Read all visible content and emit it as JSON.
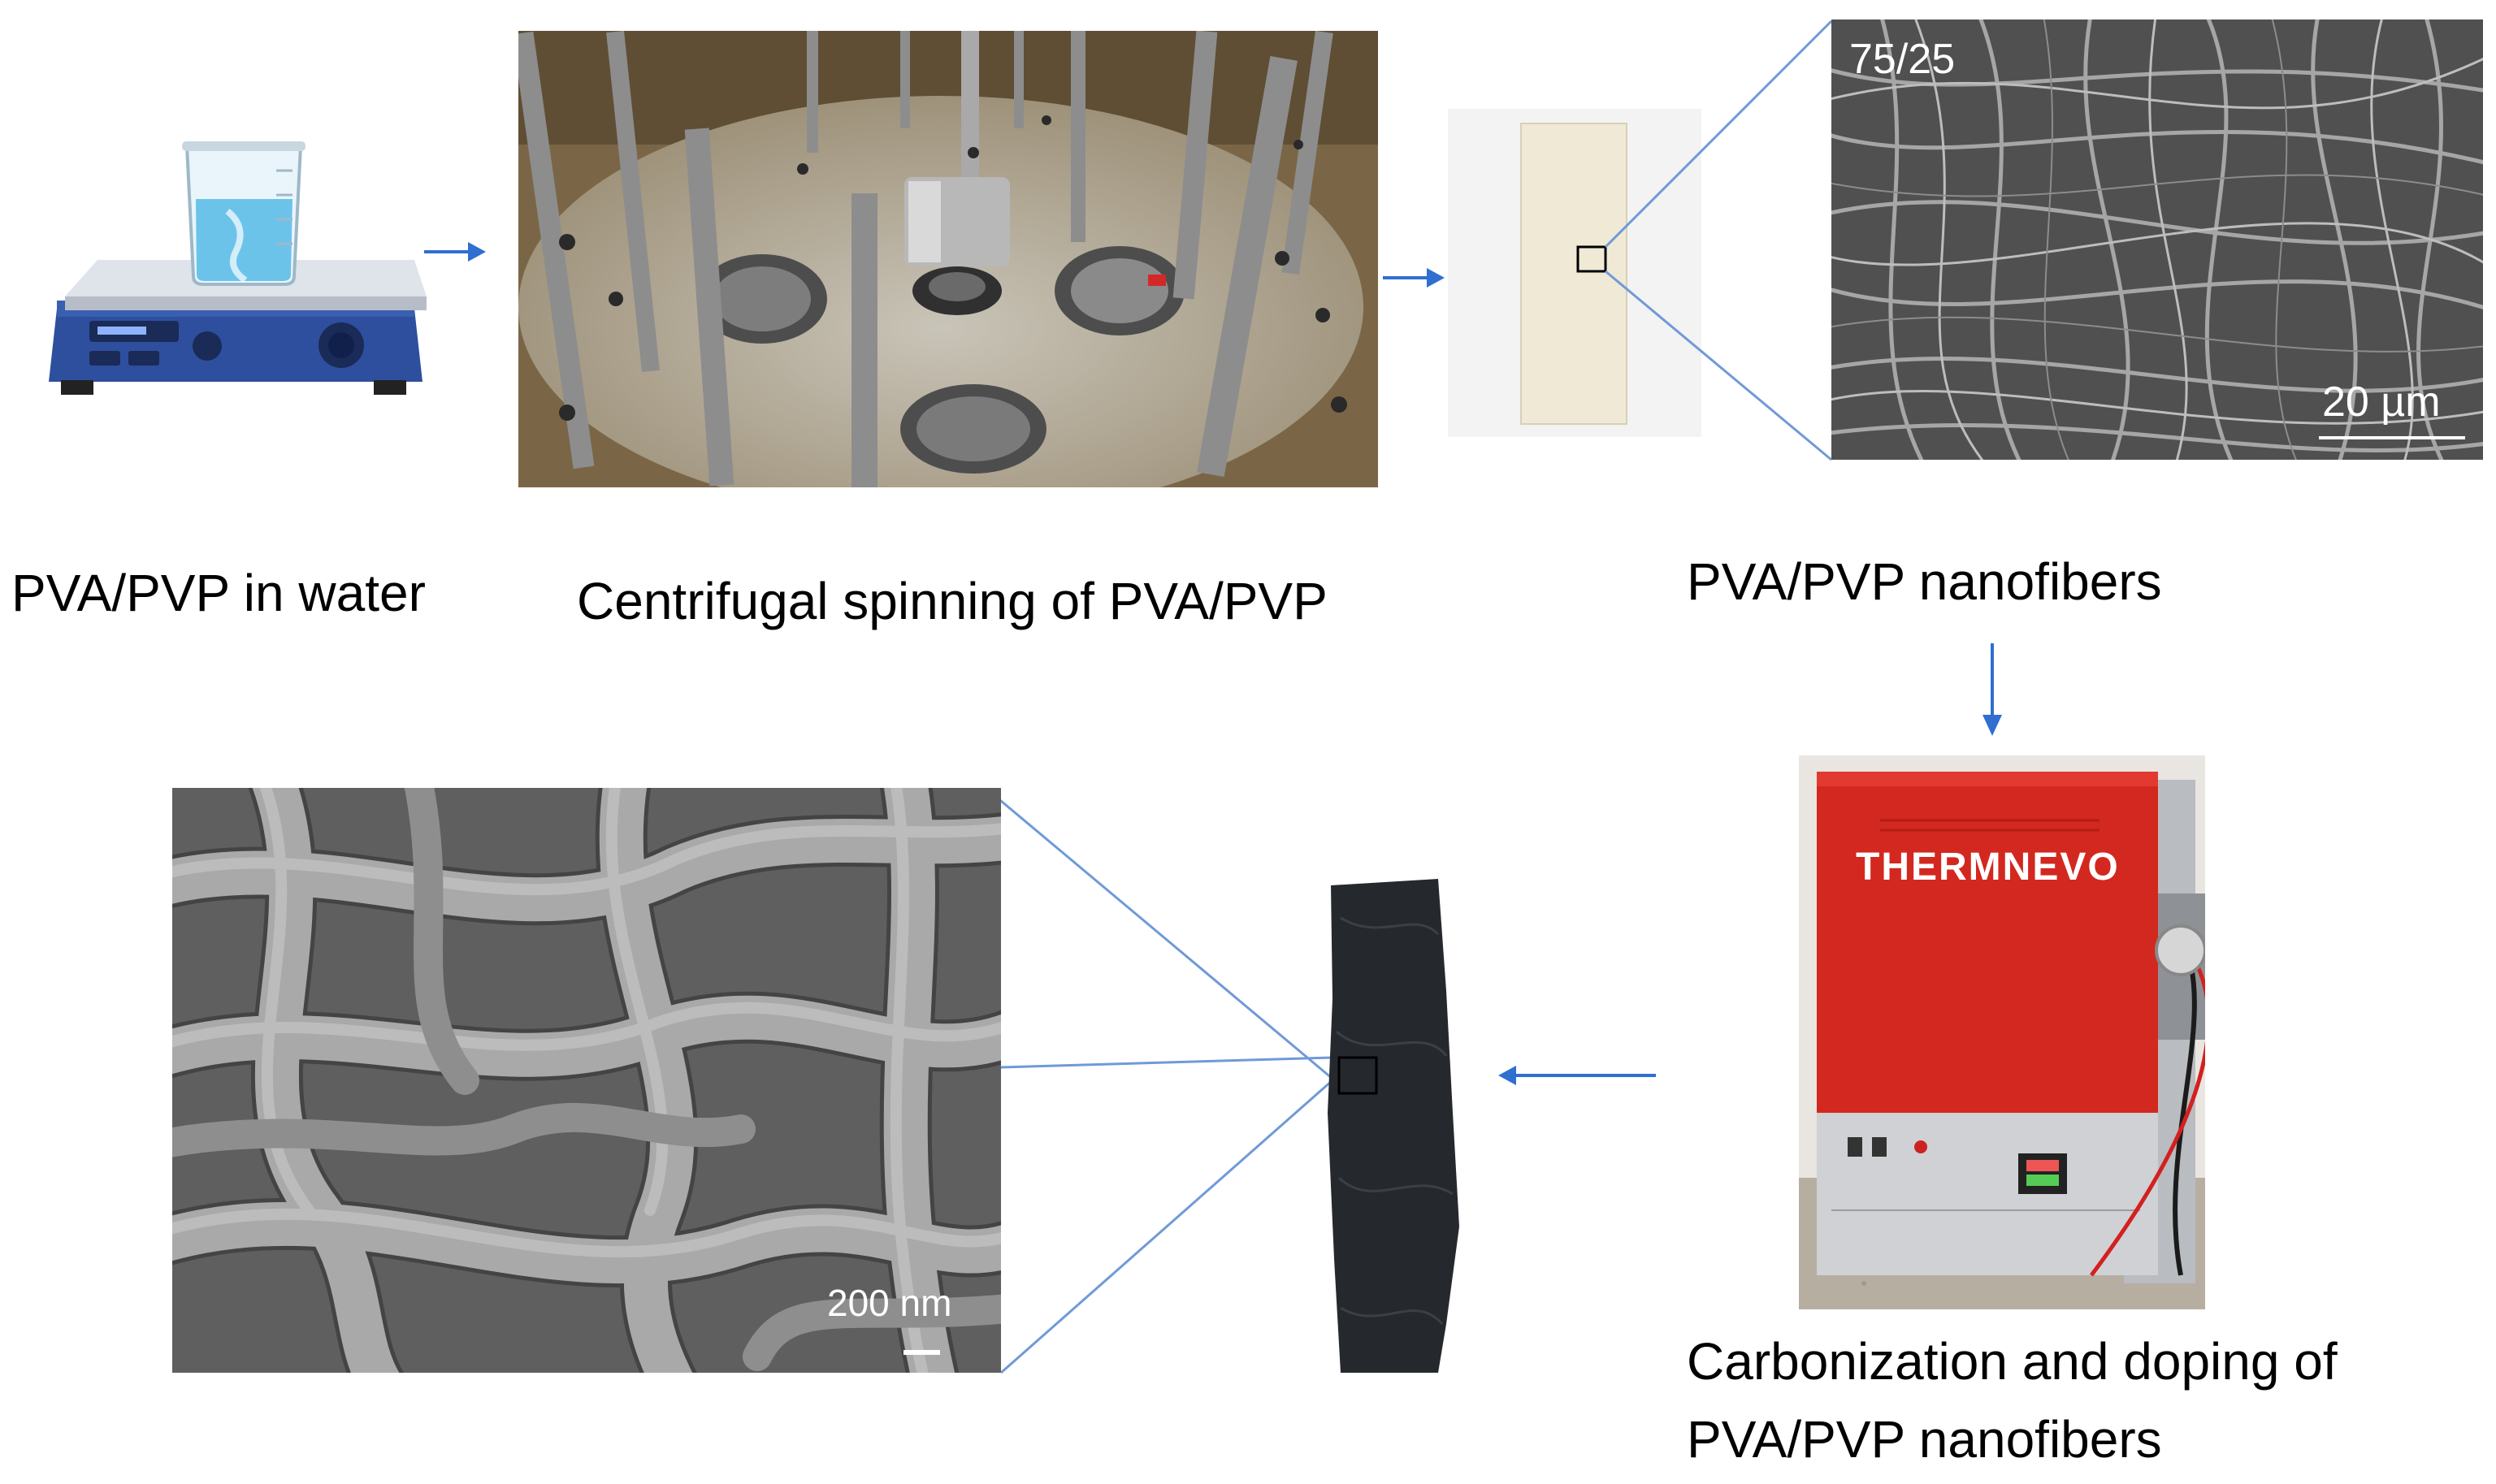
{
  "steps": {
    "solution": {
      "label": "PVA/PVP in water"
    },
    "spinning": {
      "label": "Centrifugal spinning of PVA/PVP"
    },
    "nanofibers": {
      "label": "PVA/PVP nanofibers"
    },
    "carbonization": {
      "label_line1": "Carbonization and doping of",
      "label_line2": "PVA/PVP nanofibers"
    }
  },
  "sem_top": {
    "ratio": "75/25",
    "scale": "20 µm"
  },
  "sem_bottom": {
    "scale": "200 nm"
  },
  "furnace": {
    "brand": "THERMNEVO"
  },
  "colors": {
    "arrow": "#2f6fd0",
    "zoom_line": "#6f9ad8",
    "furnace_red": "#d3281f",
    "hotplate_blue": "#2d4f9e"
  }
}
